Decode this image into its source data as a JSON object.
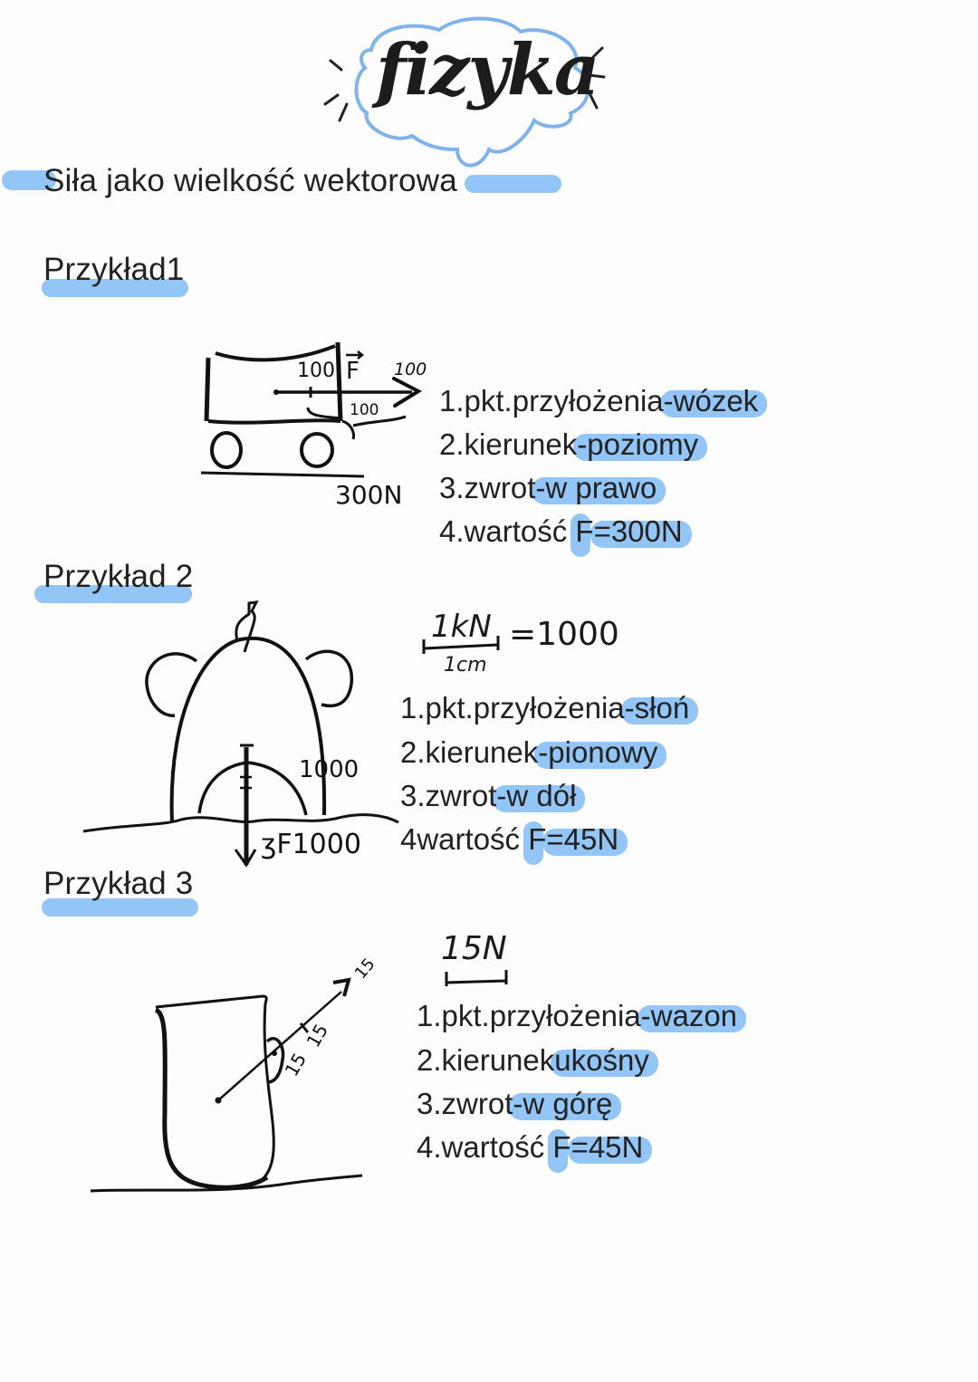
{
  "title": {
    "text": "fizyka",
    "cloud_color": "#7fb3ea"
  },
  "topic": {
    "heading": "Siła jako wielkość wektorowa",
    "highlight_color": "#93c6f7"
  },
  "examples": [
    {
      "label": "Przykład1",
      "drawing": {
        "subject": "wózek",
        "labels": [
          "100",
          "F",
          "100",
          "100",
          "300N"
        ]
      },
      "items": [
        {
          "prefix": "1.pkt.przyłożenia",
          "value": "-wózek"
        },
        {
          "prefix": "2.kierunek",
          "value": "-poziomy"
        },
        {
          "prefix": "3.zwrot",
          "value": "-w prawo"
        },
        {
          "prefix": "4.wartość ",
          "f": "F",
          "value": "=300N"
        }
      ]
    },
    {
      "label": "Przykład 2",
      "scale": {
        "top": "1kN",
        "bottom": "1cm",
        "eq": "=1000"
      },
      "drawing": {
        "subject": "słoń",
        "labels": [
          "1000",
          "F1000"
        ]
      },
      "items": [
        {
          "prefix": "1.pkt.przyłożenia",
          "value": "-słoń"
        },
        {
          "prefix": "2.kierunek",
          "value": "-pionowy"
        },
        {
          "prefix": "3.zwrot",
          "value": "-w dół"
        },
        {
          "prefix": "4wartość ",
          "f": "F",
          "value": "=45N"
        }
      ]
    },
    {
      "label": "Przykład 3",
      "scale": {
        "top": "15N"
      },
      "drawing": {
        "subject": "wazon",
        "labels": [
          "15",
          "15",
          "15"
        ]
      },
      "items": [
        {
          "prefix": "1.pkt.przyłożenia",
          "value": "-wazon"
        },
        {
          "prefix": "2.kierunek",
          "value": " ukośny"
        },
        {
          "prefix": "3.zwrot",
          "value": "-w górę"
        },
        {
          "prefix": "4.wartość ",
          "f": "F",
          "value": "=45N"
        }
      ]
    }
  ]
}
